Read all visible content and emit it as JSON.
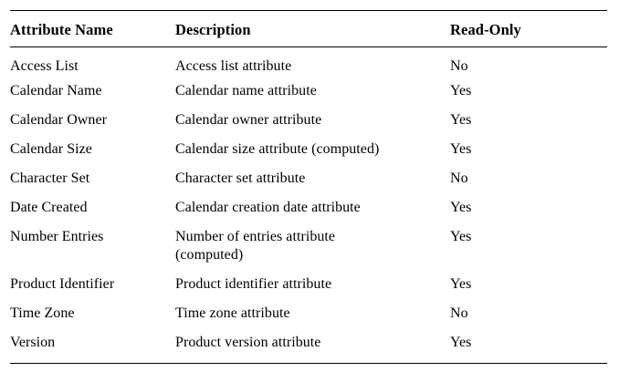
{
  "table": {
    "columns": [
      {
        "key": "attribute_name",
        "label": "Attribute Name"
      },
      {
        "key": "description",
        "label": "Description"
      },
      {
        "key": "read_only",
        "label": "Read-Only"
      }
    ],
    "rows": [
      {
        "attribute_name": "Access List",
        "description_line1": "Access list attribute",
        "description_line2": "",
        "read_only": "No"
      },
      {
        "attribute_name": "Calendar Name",
        "description_line1": "Calendar name attribute",
        "description_line2": "",
        "read_only": "Yes"
      },
      {
        "attribute_name": "Calendar Owner",
        "description_line1": "Calendar owner attribute",
        "description_line2": "",
        "read_only": "Yes"
      },
      {
        "attribute_name": "Calendar Size",
        "description_line1": "Calendar size attribute (computed)",
        "description_line2": "",
        "read_only": "Yes"
      },
      {
        "attribute_name": "Character Set",
        "description_line1": "Character set attribute",
        "description_line2": "",
        "read_only": "No"
      },
      {
        "attribute_name": "Date Created",
        "description_line1": "Calendar creation date attribute",
        "description_line2": "",
        "read_only": "Yes"
      },
      {
        "attribute_name": "Number Entries",
        "description_line1": "Number of entries attribute",
        "description_line2": "(computed)",
        "read_only": "Yes"
      },
      {
        "attribute_name": "Product Identifier",
        "description_line1": "Product identifier attribute",
        "description_line2": "",
        "read_only": "Yes"
      },
      {
        "attribute_name": "Time Zone",
        "description_line1": "Time zone attribute",
        "description_line2": "",
        "read_only": "No"
      },
      {
        "attribute_name": "Version",
        "description_line1": "Product version attribute",
        "description_line2": "",
        "read_only": "Yes"
      }
    ]
  },
  "colors": {
    "text": "#000000",
    "rule": "#000000",
    "background": "#ffffff"
  }
}
